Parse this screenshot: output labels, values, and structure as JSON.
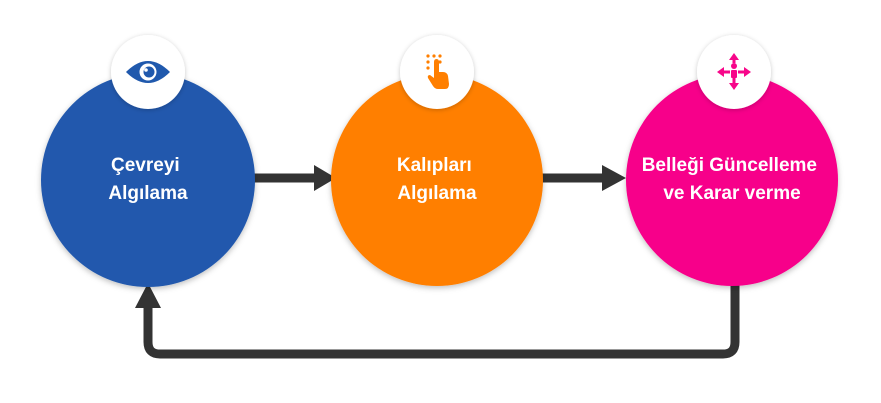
{
  "diagram": {
    "colors": {
      "step1": "#2059ad",
      "step2": "#ff7f00",
      "step3": "#f7068a",
      "arrow": "#333333",
      "badge_bg": "#ffffff"
    },
    "steps": [
      {
        "line1": "Çevreyi",
        "line2": "Algılama",
        "icon": "eye-icon"
      },
      {
        "line1": "Kalıpları",
        "line2": "Algılama",
        "icon": "touch-tap-icon"
      },
      {
        "line1": "Belleği Güncelleme",
        "line2": "ve Karar verme",
        "icon": "person-arrows-icon"
      }
    ]
  }
}
